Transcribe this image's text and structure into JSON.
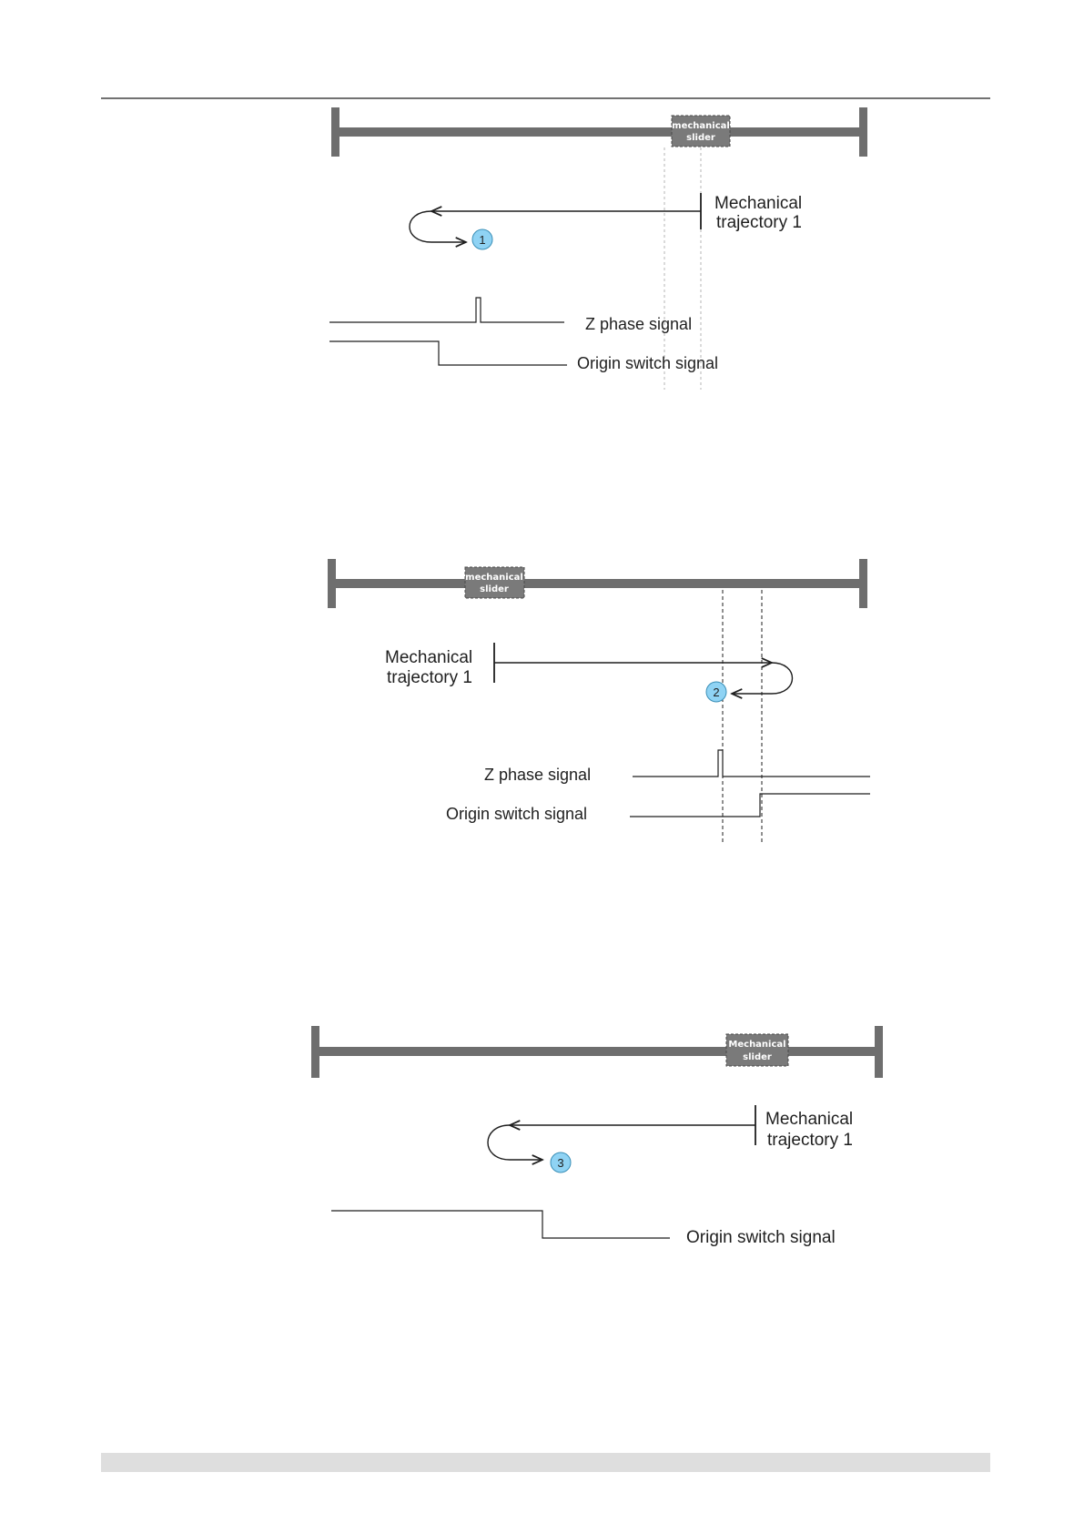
{
  "diagrams": [
    {
      "slider_line1": "mechanical",
      "slider_line2": "slider",
      "trajectory_line1": "Mechanical",
      "trajectory_line2": "trajectory 1",
      "step": "1",
      "z_phase_label": "Z phase signal",
      "origin_label": "Origin switch signal"
    },
    {
      "slider_line1": "mechanical",
      "slider_line2": "slider",
      "trajectory_line1": "Mechanical",
      "trajectory_line2": "trajectory 1",
      "step": "2",
      "z_phase_label": "Z phase signal",
      "origin_label": "Origin switch signal"
    },
    {
      "slider_line1": "Mechanical",
      "slider_line2": "slider",
      "trajectory_line1": "Mechanical",
      "trajectory_line2": "trajectory 1",
      "step": "3",
      "origin_label": "Origin switch signal"
    }
  ],
  "colors": {
    "rail": "#6e6e6e",
    "slider": "#7a7a7a",
    "marker": "#8fd3f4",
    "footer_bar": "#dedede"
  }
}
